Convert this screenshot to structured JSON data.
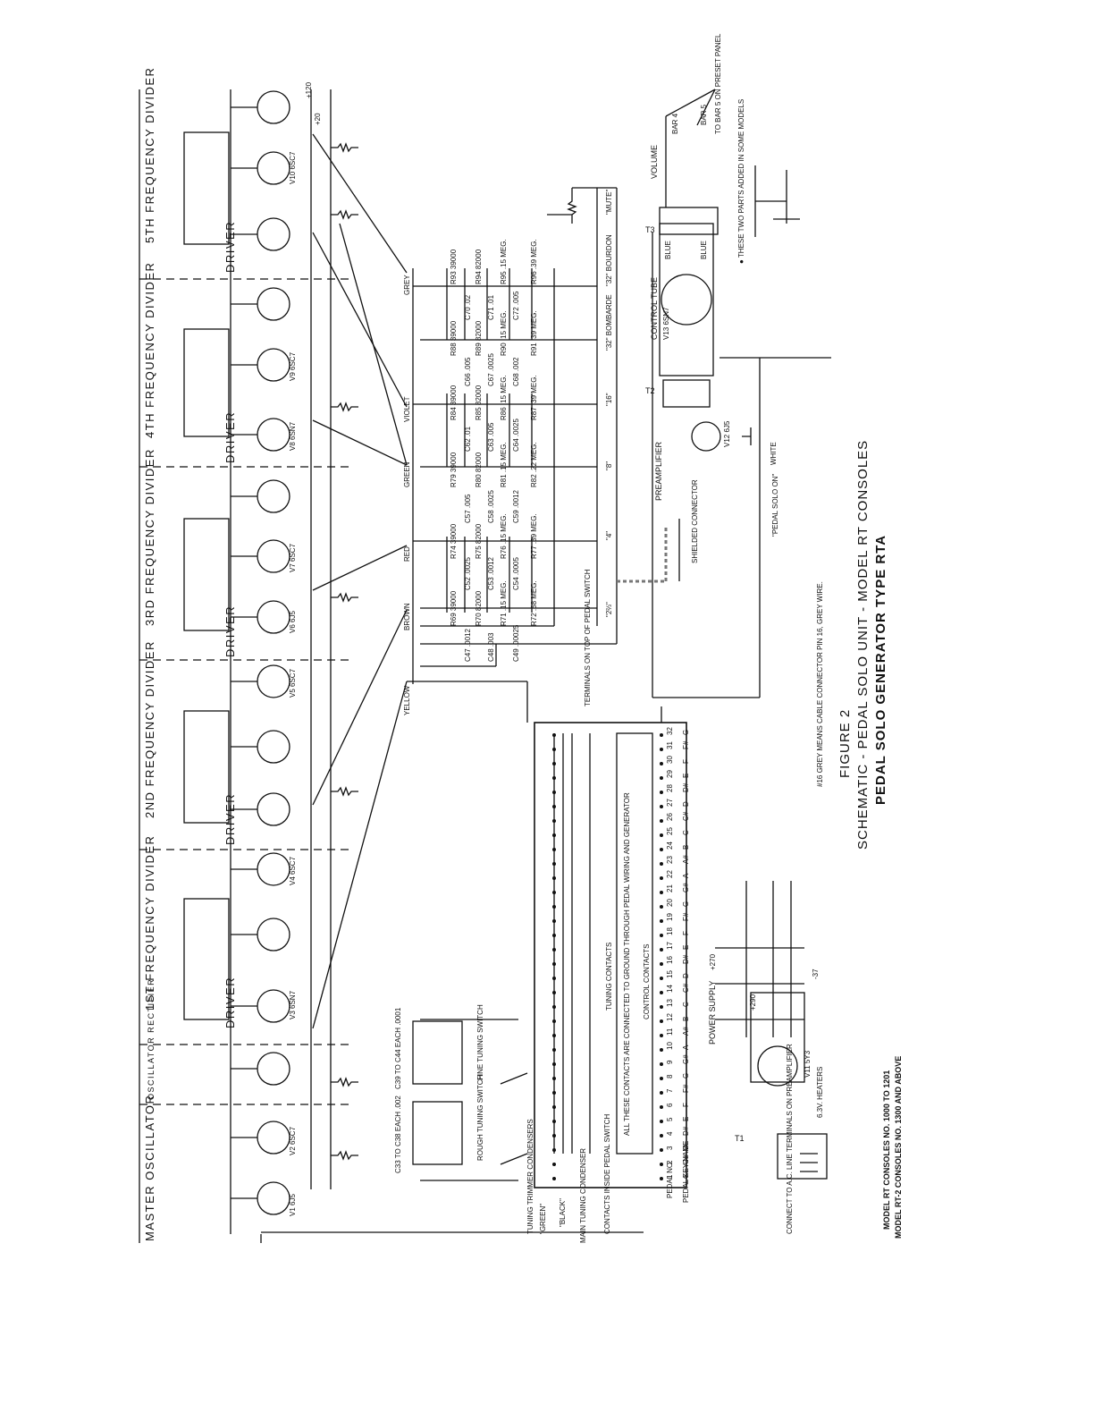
{
  "sections": {
    "master_oscillator": "MASTER OSCILLATOR",
    "oscillator_rectifier": "OSCILLATOR RECTIFIER",
    "driver": "DRIVER",
    "div1": "1ST FREQUENCY DIVIDER",
    "div2": "2ND FREQUENCY DIVIDER",
    "div3": "3RD FREQUENCY DIVIDER",
    "div4": "4TH FREQUENCY DIVIDER",
    "div5": "5TH FREQUENCY DIVIDER",
    "preamplifier": "PREAMPLIFIER",
    "control_tube": "CONTROL TUBE",
    "volume": "VOLUME",
    "power_supply": "POWER SUPPLY"
  },
  "tubes": {
    "v1": "V1 6J5",
    "v2": "V2 6SC7",
    "v3": "V3 6SN7",
    "v4": "V4 6SC7",
    "v5": "V5 6SC7",
    "v6": "V6 6J5",
    "v7": "V7 6SC7",
    "v8": "V8 6SN7",
    "v9": "V9 6SC7",
    "v10": "V10 6SC7",
    "v11": "V11 5Y3",
    "v12": "V12 6J5",
    "v13": "V13 6SN7"
  },
  "taps": {
    "yellow": "YELLOW",
    "brown": "BROWN",
    "red": "RED",
    "green": "GREEN",
    "violet": "VIOLET",
    "grey": "GREY",
    "white": "WHITE",
    "blue": "BLUE",
    "green_trim": "\"GREEN\"",
    "black": "\"BLACK\""
  },
  "stops": {
    "s1": "\"2⅔\"",
    "s2": "\"4\"",
    "s3": "\"8\"",
    "s4": "\"16\"",
    "s5": "\"32\" BOMBARDE",
    "s6": "\"32\" BOURDON",
    "mute": "\"MUTE\""
  },
  "resistors": [
    "R69 39000",
    "R70 82000",
    "R71 .15 MEG.",
    "R72 .68 MEG.",
    "R74 39000",
    "R75 82000",
    "R76 .15 MEG.",
    "R77 .39 MEG.",
    "R79 39000",
    "R80 82000",
    "R81 .15 MEG.",
    "R82 .22 MEG.",
    "R84 39000",
    "R85 82000",
    "R86 .15 MEG.",
    "R87 .39 MEG.",
    "R88 39000",
    "R89 82000",
    "R90 .15 MEG.",
    "R91 .39 MEG.",
    "R93 39000",
    "R94 82000",
    "R95 .15 MEG.",
    "R96 .39 MEG."
  ],
  "capacitors": [
    "C47 .0012",
    "C48 .003",
    "C49 .00025",
    "C52 .0025",
    "C53 .0012",
    "C54 .0005",
    "C57 .005",
    "C58 .0025",
    "C59 .0012",
    "C62 .01",
    "C63 .005",
    "C64 .0025",
    "C66 .005",
    "C67 .0025",
    "C68 .002",
    "C70 .02",
    "C71 .01",
    "C72 .005"
  ],
  "transformers": {
    "t1": "T1",
    "t2": "T2",
    "t3": "T3"
  },
  "supply_voltages": [
    "+120",
    "+20",
    "+270",
    "+290",
    "-37"
  ],
  "tuning": {
    "trimmers": "TUNING TRIMMER CONDENSERS",
    "c33": "C33 TO C38 EACH .002",
    "c39": "C39 TO C44 EACH .0001",
    "rough": "ROUGH TUNING SWITCH",
    "fine": "FINE TUNING SWITCH",
    "main": "MAIN TUNING CONDENSER",
    "contacts_inside": "CONTACTS INSIDE PEDAL SWITCH",
    "tuning_contacts": "TUNING CONTACTS",
    "control_contacts": "CONTROL CONTACTS",
    "ground_note": "ALL THESE CONTACTS ARE CONNECTED TO GROUND THROUGH PEDAL WIRING AND GENERATOR",
    "terminals": "TERMINALS ON TOP OF PEDAL SWITCH"
  },
  "pedal": {
    "no_label": "PEDAL NO.",
    "key_label": "PEDAL KEY NAME",
    "numbers": [
      "1",
      "2",
      "3",
      "4",
      "5",
      "6",
      "7",
      "8",
      "9",
      "10",
      "11",
      "12",
      "13",
      "14",
      "15",
      "16",
      "17",
      "18",
      "19",
      "20",
      "21",
      "22",
      "23",
      "24",
      "25",
      "26",
      "27",
      "28",
      "29",
      "30",
      "31",
      "32"
    ],
    "keys": [
      "C",
      "C#",
      "D",
      "D#",
      "E",
      "F",
      "F#",
      "G",
      "G#",
      "A",
      "A#",
      "B",
      "C",
      "C#",
      "D",
      "D#",
      "E",
      "F",
      "F#",
      "G",
      "G#",
      "A",
      "A#",
      "B",
      "C",
      "C#",
      "D",
      "D#",
      "E",
      "F",
      "F#",
      "G"
    ]
  },
  "misc": {
    "shielded": "SHIELDED CONNECTOR",
    "pedal_solo": "\"PEDAL SOLO ON\"",
    "bar4": "BAR 4",
    "bar5": "BAR 5",
    "preset": "TO BAR 5 ON PRESET PANEL",
    "added": "● THESE TWO PARTS ADDED IN SOME MODELS",
    "connect": "CONNECT TO A.C. LINE TERMINALS ON PREAMPLIFIER",
    "heaters": "6.3V. HEATERS",
    "grey_note": "#16 GREY MEANS CABLE CONNECTOR PIN 16, GREY WIRE."
  },
  "caption": {
    "figure": "FIGURE 2",
    "line1": "SCHEMATIC - PEDAL SOLO UNIT  -  MODEL RT CONSOLES",
    "line2": "PEDAL SOLO GENERATOR TYPE RTA"
  },
  "models": {
    "line1": "MODEL RT CONSOLES NO. 1000 TO 1201",
    "line2": "MODEL RT-2 CONSOLES NO. 1300 AND ABOVE"
  }
}
